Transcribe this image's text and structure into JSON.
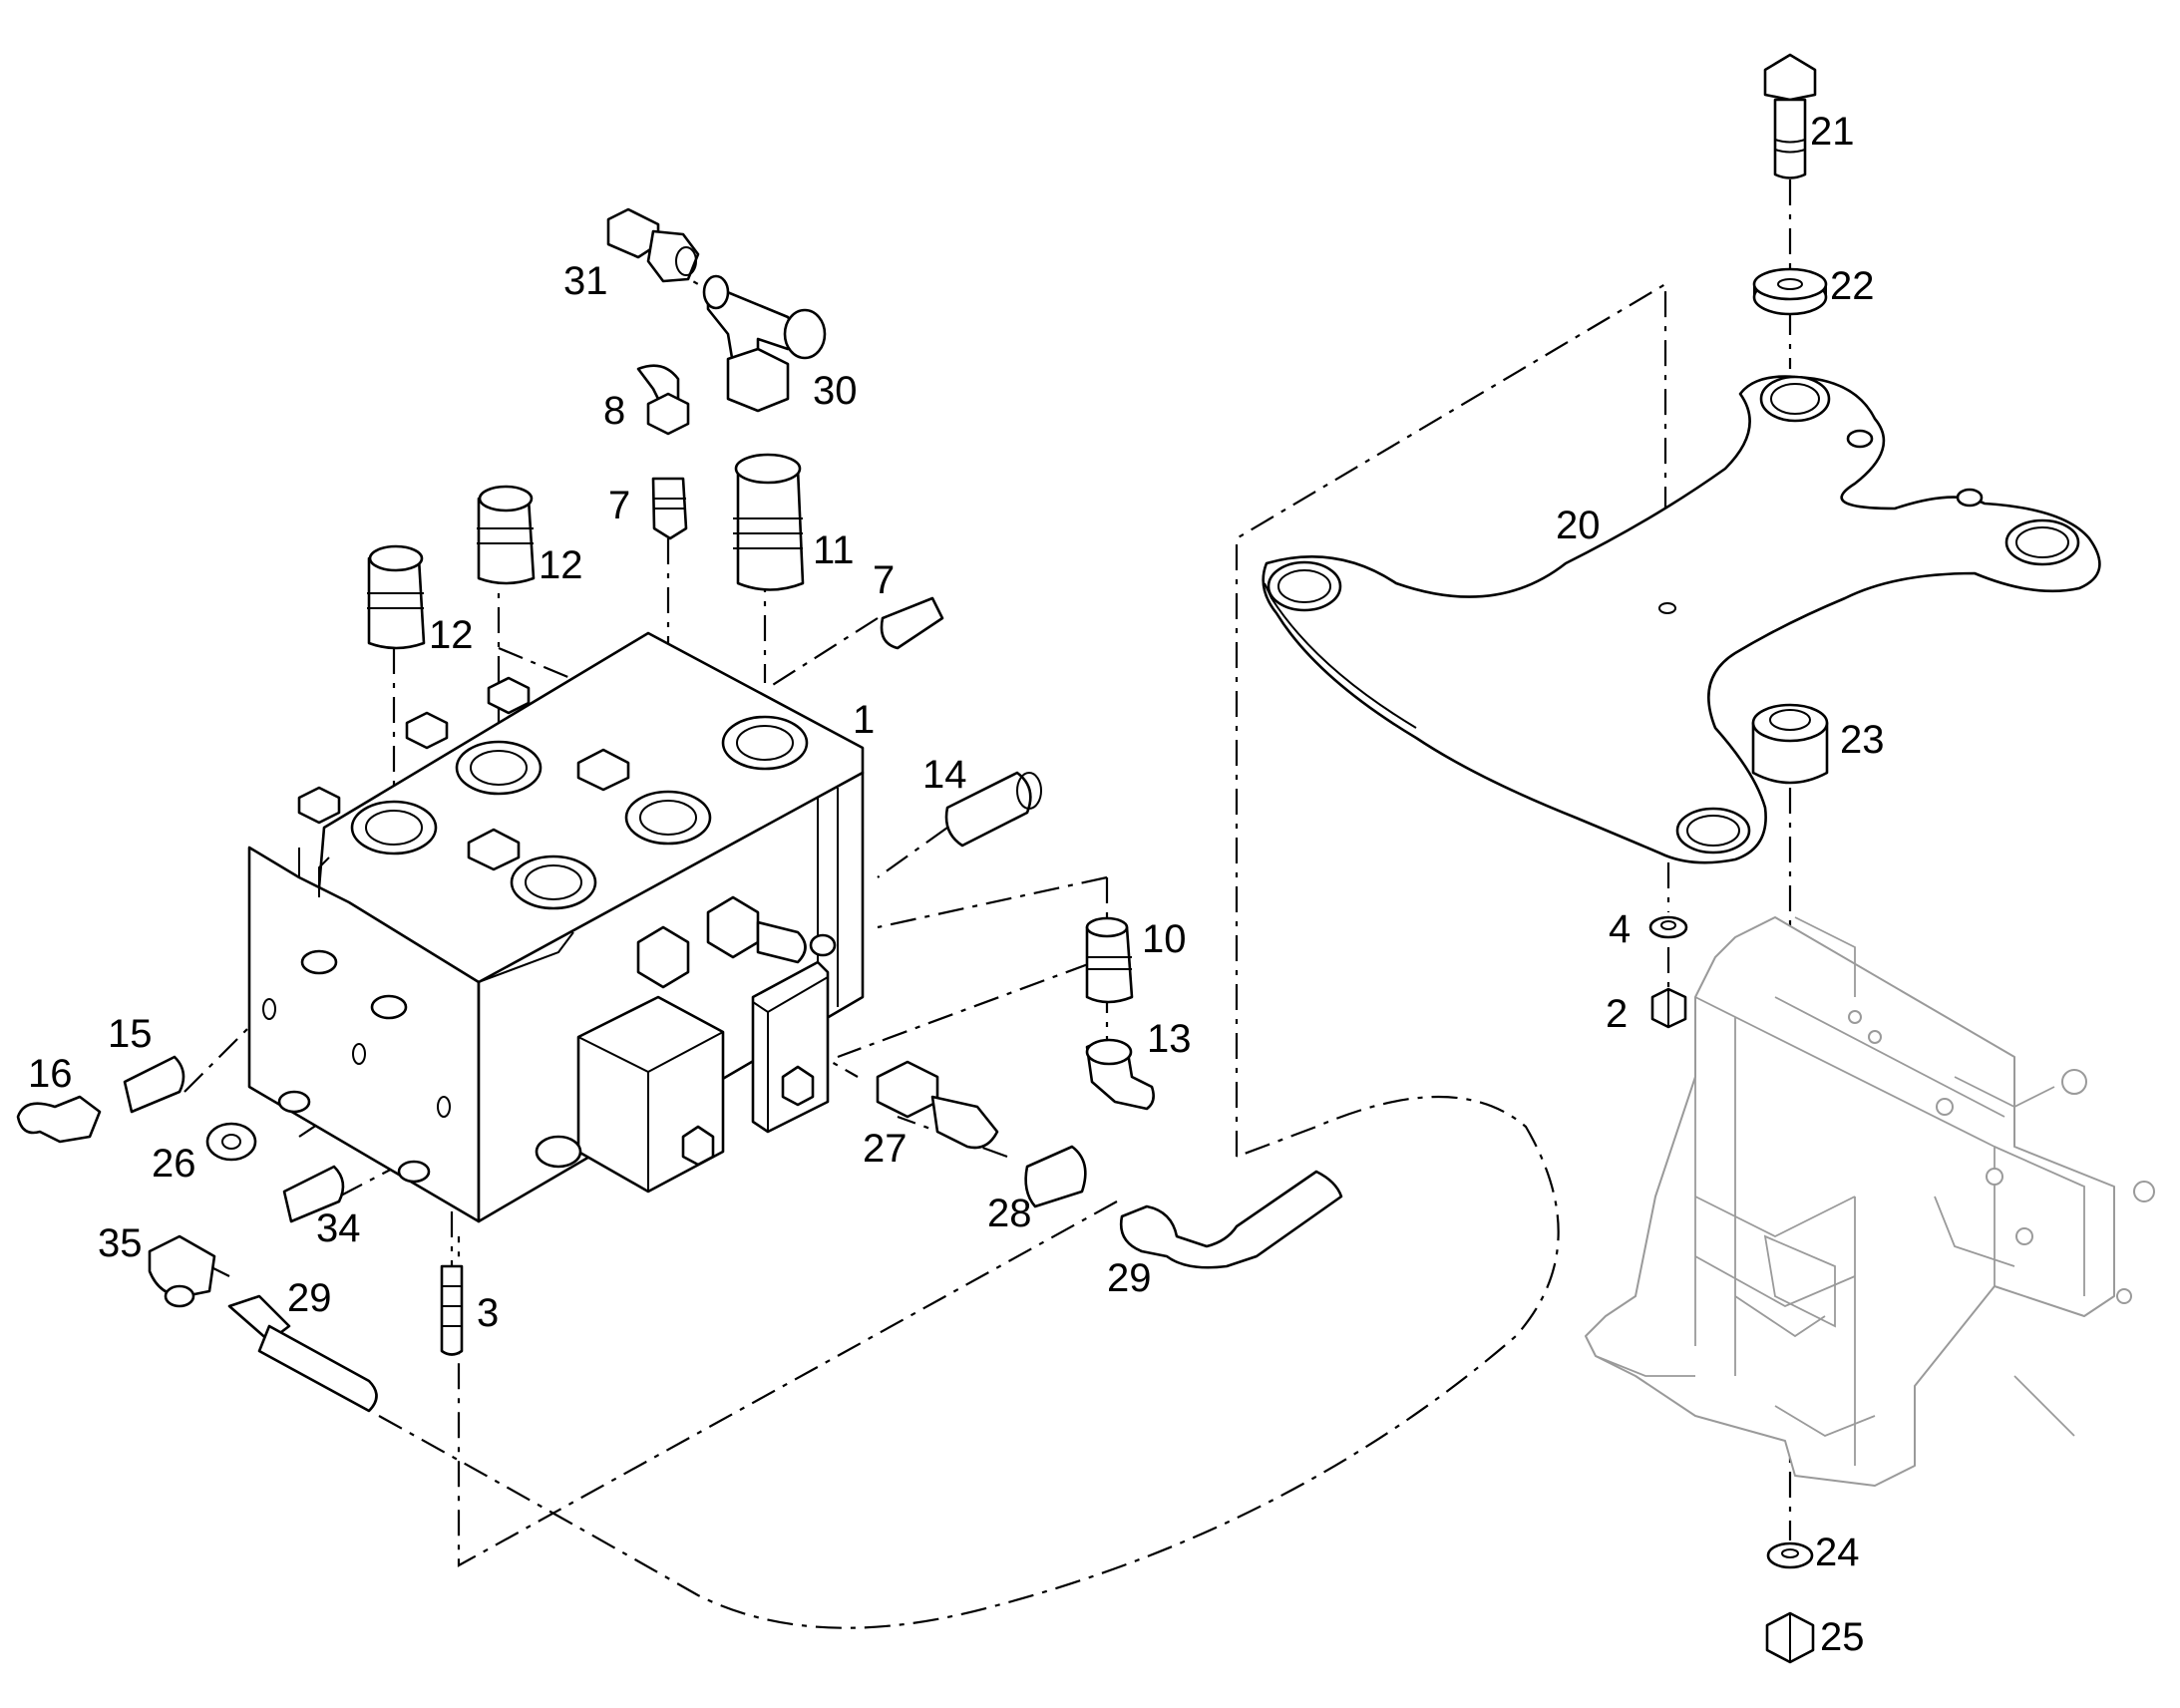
{
  "diagram": {
    "callouts": {
      "c1": "1",
      "c2": "2",
      "c3": "3",
      "c4": "4",
      "c7a": "7",
      "c7b": "7",
      "c8": "8",
      "c10": "10",
      "c11": "11",
      "c12a": "12",
      "c12b": "12",
      "c13": "13",
      "c14": "14",
      "c15": "15",
      "c16": "16",
      "c20": "20",
      "c21": "21",
      "c22": "22",
      "c23": "23",
      "c24": "24",
      "c25": "25",
      "c26": "26",
      "c27": "27",
      "c28": "28",
      "c29a": "29",
      "c29b": "29",
      "c30": "30",
      "c31": "31",
      "c34": "34",
      "c35": "35"
    }
  }
}
